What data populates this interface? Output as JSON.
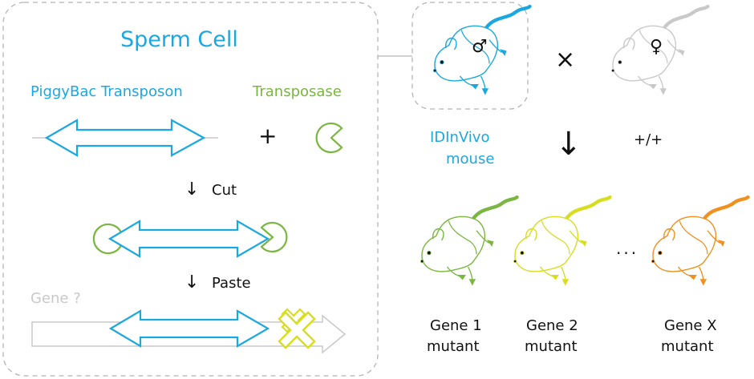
{
  "colors": {
    "blue": "#1ba8e0",
    "green": "#7ab640",
    "yellow": "#d6de1f",
    "orange": "#f0901e",
    "grey": "#c9c9c9",
    "dashed_border": "#b5b5b5",
    "text": "#111111"
  },
  "sperm_cell": {
    "title": "Sperm Cell",
    "transposon_label": "PiggyBac Transposon",
    "transposase_label": "Transposase",
    "plus": "+",
    "cut_arrow": "↓",
    "cut_label": "Cut",
    "paste_arrow": "↓",
    "paste_label": "Paste",
    "gene_label": "Gene ?"
  },
  "cross": {
    "male_symbol": "♂",
    "female_symbol": "♀",
    "times": "×",
    "male_label_line1": "IDInVivo",
    "male_label_line2": "mouse",
    "female_label": "+/+",
    "down_arrow": "↓"
  },
  "offspring": {
    "ellipsis": "...",
    "mice": [
      {
        "line1": "Gene 1",
        "line2": "mutant",
        "color": "#7ab640"
      },
      {
        "line1": "Gene 2",
        "line2": "mutant",
        "color": "#d6de1f"
      },
      {
        "line1": "Gene X",
        "line2": "mutant",
        "color": "#f0901e"
      }
    ]
  }
}
